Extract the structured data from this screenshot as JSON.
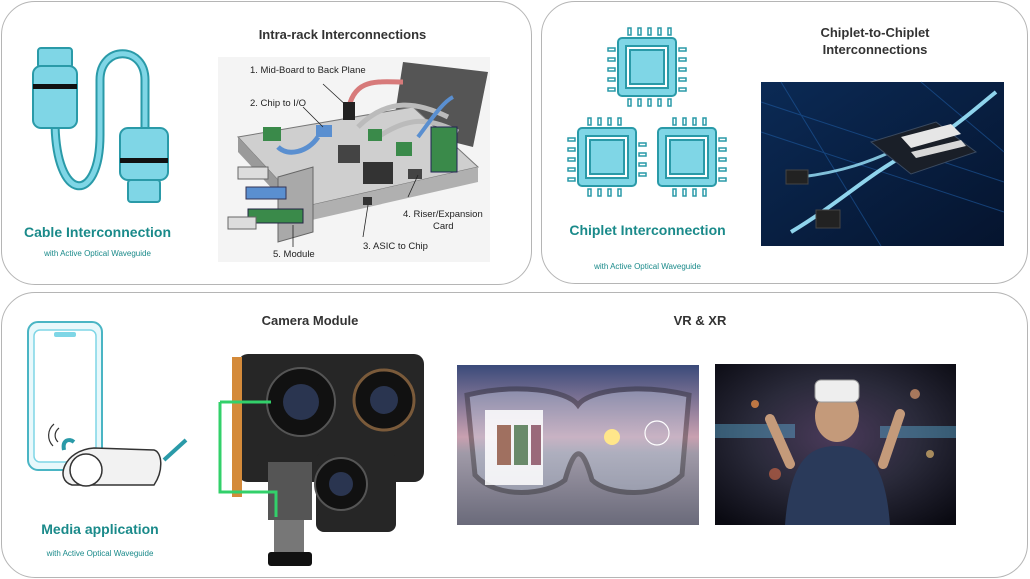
{
  "intra_rack": {
    "title": "Intra-rack Interconnections",
    "labels": [
      "1. Mid-Board to Back Plane",
      "2. Chip to I/O",
      "3. ASIC to Chip",
      "4. Riser/Expansion",
      "Card",
      "5. Module"
    ]
  },
  "cable": {
    "title": "Cable Interconnection",
    "subtitle": "with Active Optical Waveguide"
  },
  "chiplet": {
    "title": "Chiplet Interconnection",
    "subtitle": "with Active Optical Waveguide"
  },
  "c2c": {
    "title_line1": "Chiplet-to-Chiplet",
    "title_line2": "Interconnections"
  },
  "camera": {
    "title": "Camera Module"
  },
  "vrxr": {
    "title": "VR & XR"
  },
  "media": {
    "title": "Media application",
    "subtitle": "with Active Optical Waveguide"
  },
  "colors": {
    "teal": "#1a8a8a",
    "icon_fill": "#7fd6e6",
    "icon_stroke": "#2a9aa8"
  }
}
